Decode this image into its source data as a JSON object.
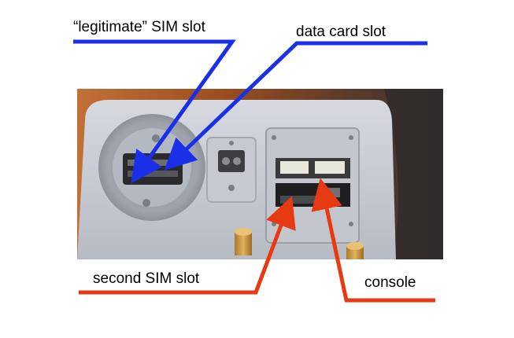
{
  "labels": {
    "legit_sim": "“legitimate” SIM slot",
    "data_card": "data card slot",
    "second_sim": "second SIM slot",
    "console": "console"
  },
  "colors": {
    "blue_arrow": "#1a30e8",
    "red_arrow": "#e83a12",
    "device": "#c9ccd3",
    "background_warm": "#b8652a"
  },
  "photo_description_elements": [
    "round-sim-port",
    "square-sensor-window",
    "connector-panel",
    "sma-antenna-connectors",
    "screws"
  ]
}
